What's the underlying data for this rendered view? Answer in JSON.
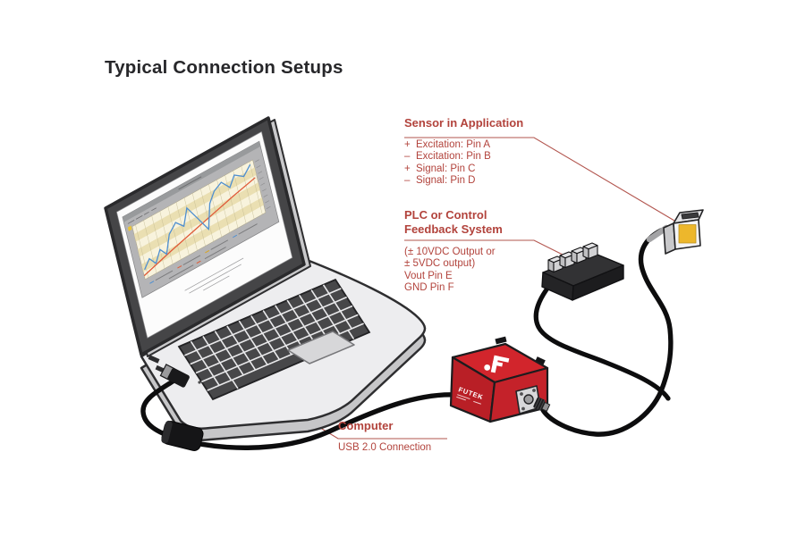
{
  "title": "Typical Connection Setups",
  "sensor_label": {
    "heading": "Sensor in Application",
    "pins": [
      {
        "sign": "+",
        "text": "Excitation: Pin A"
      },
      {
        "sign": "–",
        "text": "Excitation: Pin B"
      },
      {
        "sign": "+",
        "text": "Signal: Pin C"
      },
      {
        "sign": "–",
        "text": "Signal: Pin D"
      }
    ]
  },
  "plc_label": {
    "heading_line1": "PLC or Control",
    "heading_line2": "Feedback System",
    "details": [
      "(± 10VDC Output or",
      "± 5VDC output)",
      "Vout Pin E",
      "GND Pin F"
    ]
  },
  "computer_label": {
    "heading": "Computer",
    "subheading": "USB 2.0 Connection"
  },
  "device": {
    "brand": "FUTEK"
  },
  "colors": {
    "accent_red": "#b2433c",
    "device_red": "#cc2229",
    "cable": "#0d0d0e",
    "chart_line_blue": "#4f8fd0",
    "chart_line_red": "#e05a38"
  }
}
